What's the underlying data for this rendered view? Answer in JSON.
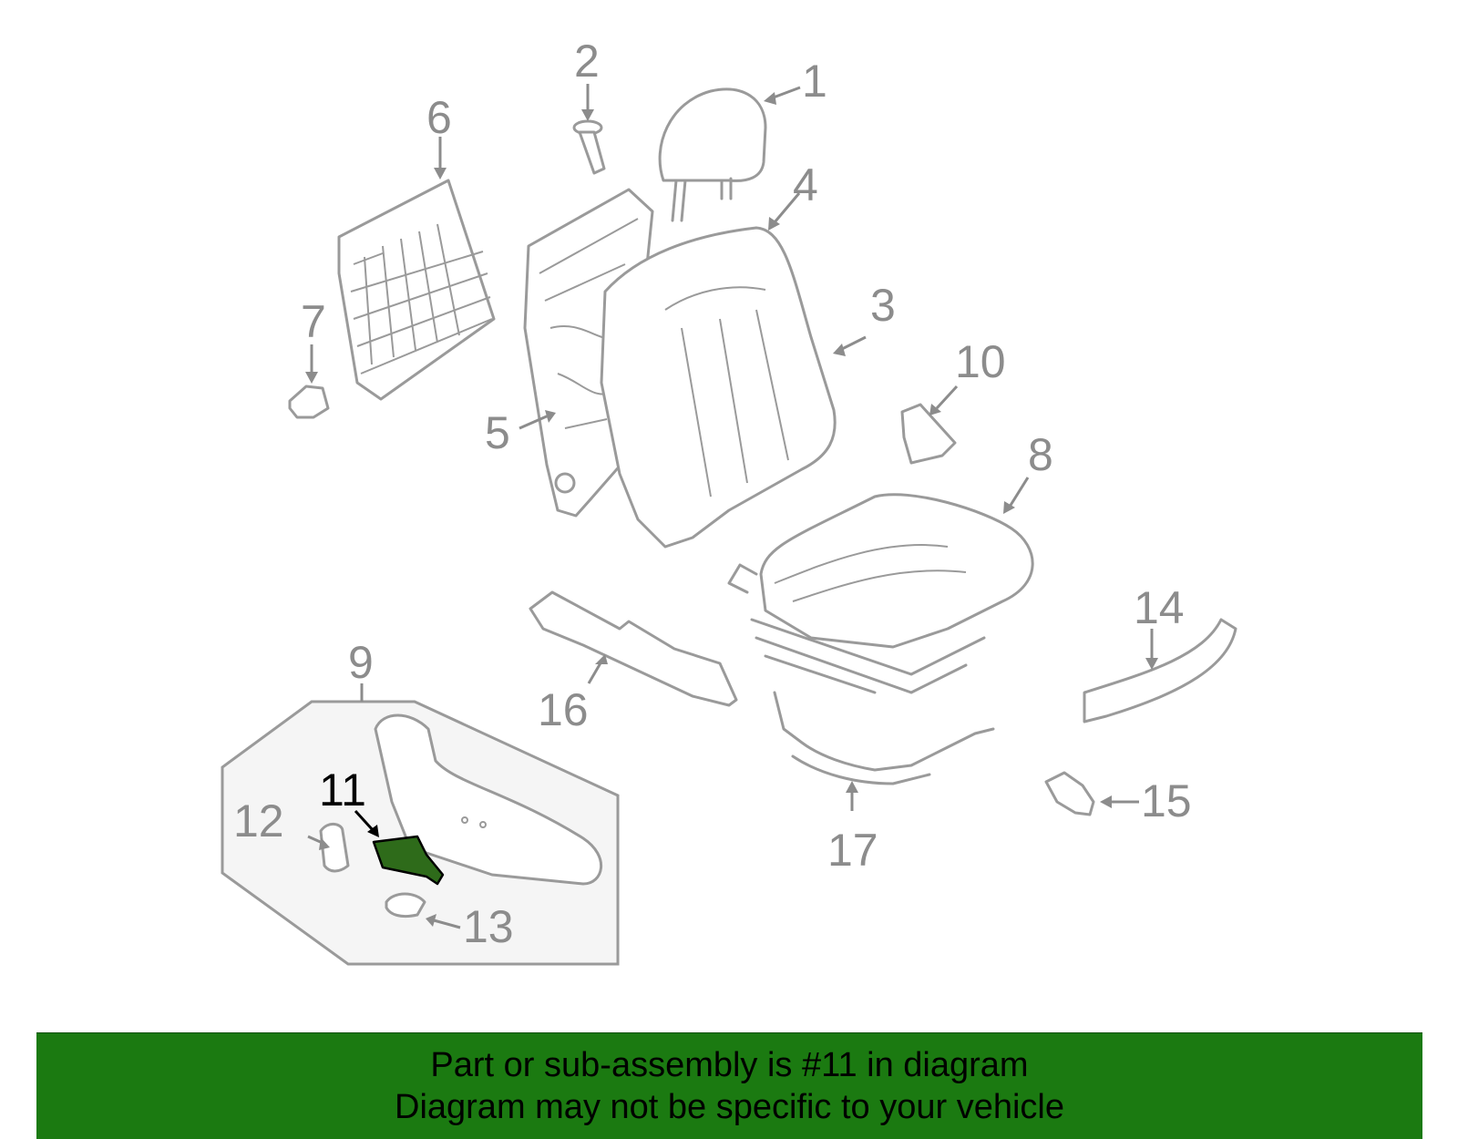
{
  "callouts": {
    "c1": "1",
    "c2": "2",
    "c3": "3",
    "c4": "4",
    "c5": "5",
    "c6": "6",
    "c7": "7",
    "c8": "8",
    "c9": "9",
    "c10": "10",
    "c11": "11",
    "c12": "12",
    "c13": "13",
    "c14": "14",
    "c15": "15",
    "c16": "16",
    "c17": "17"
  },
  "highlight": {
    "part": "11",
    "color": "#2e6b1a"
  },
  "banner": {
    "color": "#1b7a11",
    "line1": "Part or sub-assembly is #11 in diagram",
    "line2": "Diagram may not be specific to your vehicle"
  }
}
